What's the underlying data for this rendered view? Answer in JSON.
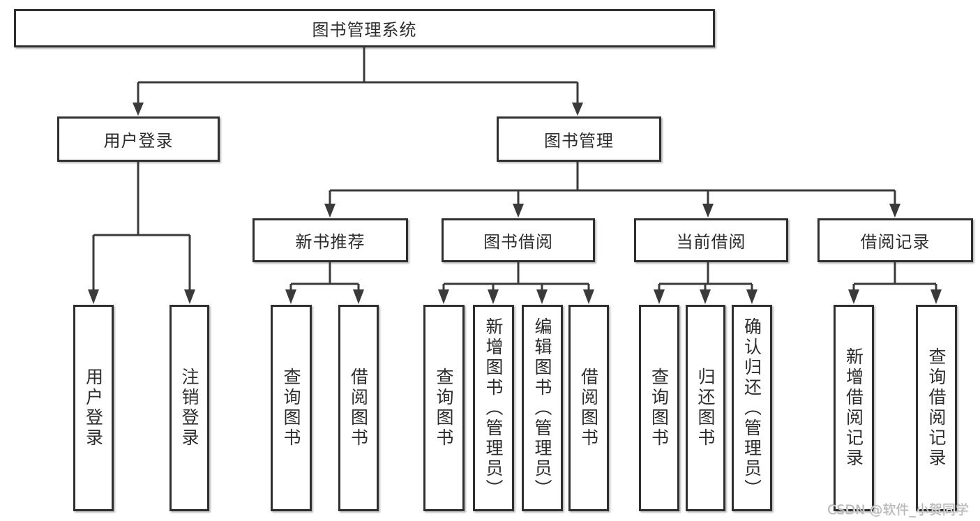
{
  "diagram_title": "图书管理系统",
  "watermark": "CSDN @软件_小贺同学",
  "colors": {
    "background": "#ffffff",
    "box_border": "#2f2f2f",
    "line": "#3a3a3a",
    "text": "#2d2d2d",
    "watermark": "#b5b5b5"
  },
  "tree": {
    "root": {
      "label": "图书管理系统"
    },
    "branches": [
      {
        "label": "用户登录",
        "children": [
          {
            "label": "用户登录"
          },
          {
            "label": "注销登录"
          }
        ]
      },
      {
        "label": "图书管理",
        "children": [
          {
            "label": "新书推荐",
            "children": [
              {
                "label": "查询图书"
              },
              {
                "label": "借阅图书"
              }
            ]
          },
          {
            "label": "图书借阅",
            "children": [
              {
                "label": "查询图书"
              },
              {
                "label": "新增图书（管理员）"
              },
              {
                "label": "编辑图书（管理员）"
              },
              {
                "label": "借阅图书"
              }
            ]
          },
          {
            "label": "当前借阅",
            "children": [
              {
                "label": "查询图书"
              },
              {
                "label": "归还图书"
              },
              {
                "label": "确认归还（管理员）"
              }
            ]
          },
          {
            "label": "借阅记录",
            "children": [
              {
                "label": "新增借阅记录"
              },
              {
                "label": "查询借阅记录"
              }
            ]
          }
        ]
      }
    ]
  }
}
